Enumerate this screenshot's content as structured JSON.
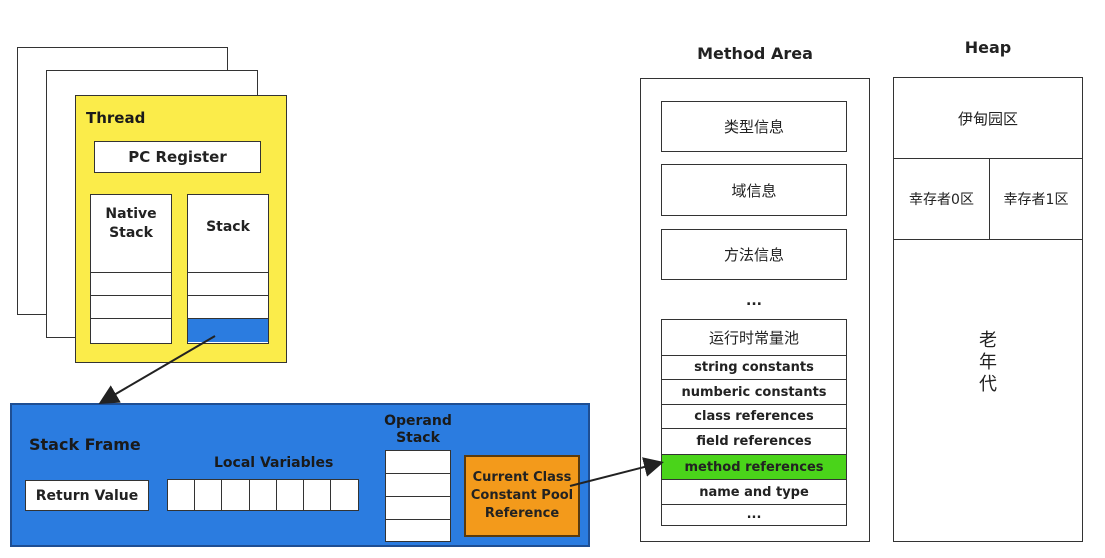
{
  "thread": {
    "title": "Thread",
    "pc_register": "PC Register",
    "native_stack": "Native\nStack",
    "stack": "Stack"
  },
  "stack_frame": {
    "title": "Stack Frame",
    "return_value": "Return Value",
    "local_variables": "Local Variables",
    "operand_stack": "Operand\nStack",
    "current_class_ref": "Current Class\nConstant Pool\nReference"
  },
  "method_area": {
    "title": "Method Area",
    "type_info": "类型信息",
    "field_info": "域信息",
    "method_info": "方法信息",
    "ellipsis": "...",
    "runtime_pool_title": "运行时常量池",
    "pool_items": [
      "string constants",
      "numberic constants",
      "class references",
      "field references",
      "method references",
      "name and type",
      "..."
    ]
  },
  "heap": {
    "title": "Heap",
    "eden": "伊甸园区",
    "survivor0": "幸存者0区",
    "survivor1": "幸存者1区",
    "old_gen": "老\n年\n代"
  },
  "colors": {
    "thread_bg": "#fbec4a",
    "frame_bg": "#2b7ce0",
    "highlight_green": "#4ad41a",
    "ref_orange": "#f39a1b"
  }
}
